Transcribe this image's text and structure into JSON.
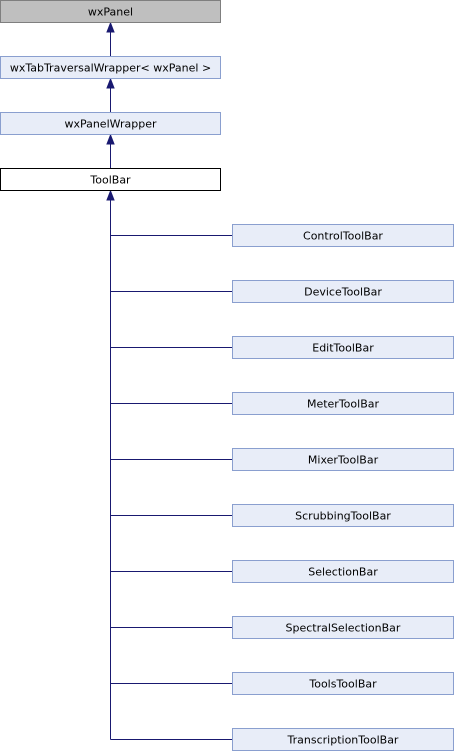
{
  "diagram": {
    "colors": {
      "edge": "#191970",
      "node_fill": "#e8edf8",
      "node_border": "#8a9fcf",
      "root_fill": "#bfbfbf",
      "root_border": "#7f7f7f",
      "focus_fill": "#ffffff",
      "focus_border": "#000000"
    },
    "chain": [
      {
        "label": "wxPanel",
        "style": "root"
      },
      {
        "label": "wxTabTraversalWrapper< wxPanel >",
        "style": "normal"
      },
      {
        "label": "wxPanelWrapper",
        "style": "normal"
      },
      {
        "label": "ToolBar",
        "style": "focus"
      }
    ],
    "children": [
      {
        "label": "ControlToolBar"
      },
      {
        "label": "DeviceToolBar"
      },
      {
        "label": "EditToolBar"
      },
      {
        "label": "MeterToolBar"
      },
      {
        "label": "MixerToolBar"
      },
      {
        "label": "ScrubbingToolBar"
      },
      {
        "label": "SelectionBar"
      },
      {
        "label": "SpectralSelectionBar"
      },
      {
        "label": "ToolsToolBar"
      },
      {
        "label": "TranscriptionToolBar"
      }
    ]
  }
}
